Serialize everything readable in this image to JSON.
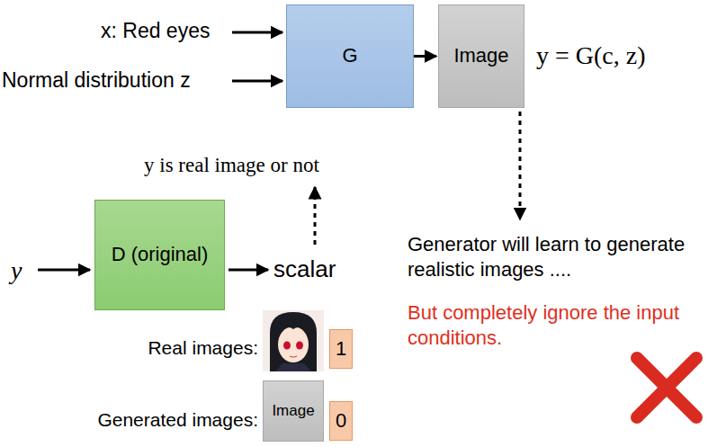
{
  "diagram": {
    "nodes": [
      {
        "text": [
          "G"
        ]
      },
      {
        "text": [
          "Image"
        ]
      },
      {
        "text": [
          "D (original)"
        ]
      },
      {
        "text": [
          "1"
        ]
      },
      {
        "text": [
          "Image"
        ]
      },
      {
        "text": [
          "0"
        ]
      }
    ],
    "edges": [
      {
        "from": 0,
        "to": 1,
        "arrow": "to"
      }
    ],
    "labels": [
      "x: Red eyes",
      "Normal distribution z",
      "y = G(c, z)",
      "y is real image or not",
      "y",
      "scalar",
      "Real images:",
      "Generated images:",
      "Generator will learn to generate realistic images ....",
      "But completely ignore the input conditions."
    ]
  }
}
